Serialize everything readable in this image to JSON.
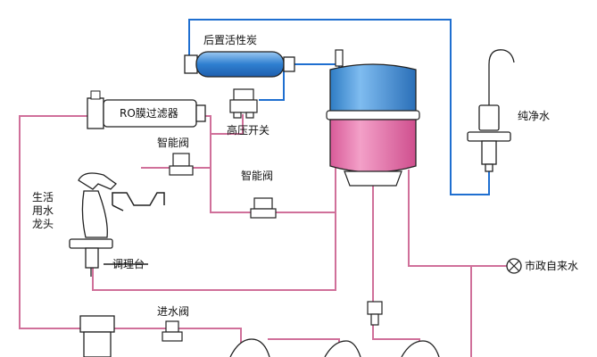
{
  "labels": {
    "post_carbon": "后置活性炭",
    "ro_membrane": "RO膜过滤器",
    "high_pressure_switch": "高压开关",
    "smart_valve_1": "智能阀",
    "smart_valve_2": "智能阀",
    "pure_water": "纯净水",
    "domestic_faucet": "生活用水龙头",
    "countertop": "调理台",
    "municipal_water": "市政自来水",
    "inlet_valve": "进水阀"
  },
  "colors": {
    "pure_line": "#1f6fd0",
    "raw_line": "#d0709a",
    "drain_line": "#c83a78",
    "tank_top": "#3d8fd6",
    "tank_bottom": "#e46aa4",
    "filter_blue": "#3f8fda",
    "outline": "#222222"
  }
}
